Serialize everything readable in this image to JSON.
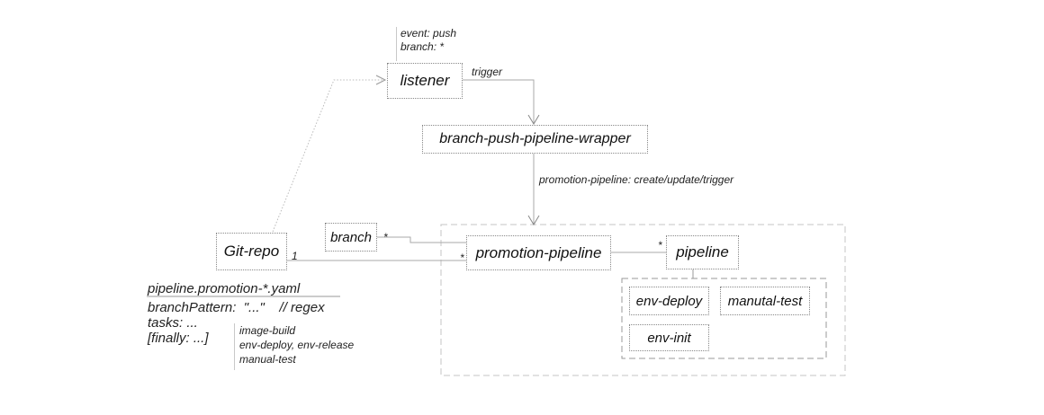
{
  "nodes": {
    "listener": "listener",
    "wrapper": "branch-push-pipeline-wrapper",
    "git_repo": "Git-repo",
    "branch": "branch",
    "promotion_pipeline": "promotion-pipeline",
    "pipeline": "pipeline",
    "env_deploy": "env-deploy",
    "manual_test": "manutal-test",
    "env_init": "env-init"
  },
  "listener_note": {
    "event": "event:  push",
    "branch": "branch:  *"
  },
  "edge_labels": {
    "trigger": "trigger",
    "promotion_action": "promotion-pipeline: create/update/trigger",
    "branch_mult": "*",
    "repo_mult_one": "1",
    "repo_mult_many": "*",
    "pipeline_mult": "*"
  },
  "yaml": {
    "filename": "pipeline.promotion-*.yaml",
    "branch_pattern": "branchPattern:  \"...\"    // regex",
    "tasks": "tasks:  ...",
    "finally": "[finally:  ...]"
  },
  "tasks_note": {
    "line1": "image-build",
    "line2": "env-deploy, env-release",
    "line3": "manual-test"
  }
}
